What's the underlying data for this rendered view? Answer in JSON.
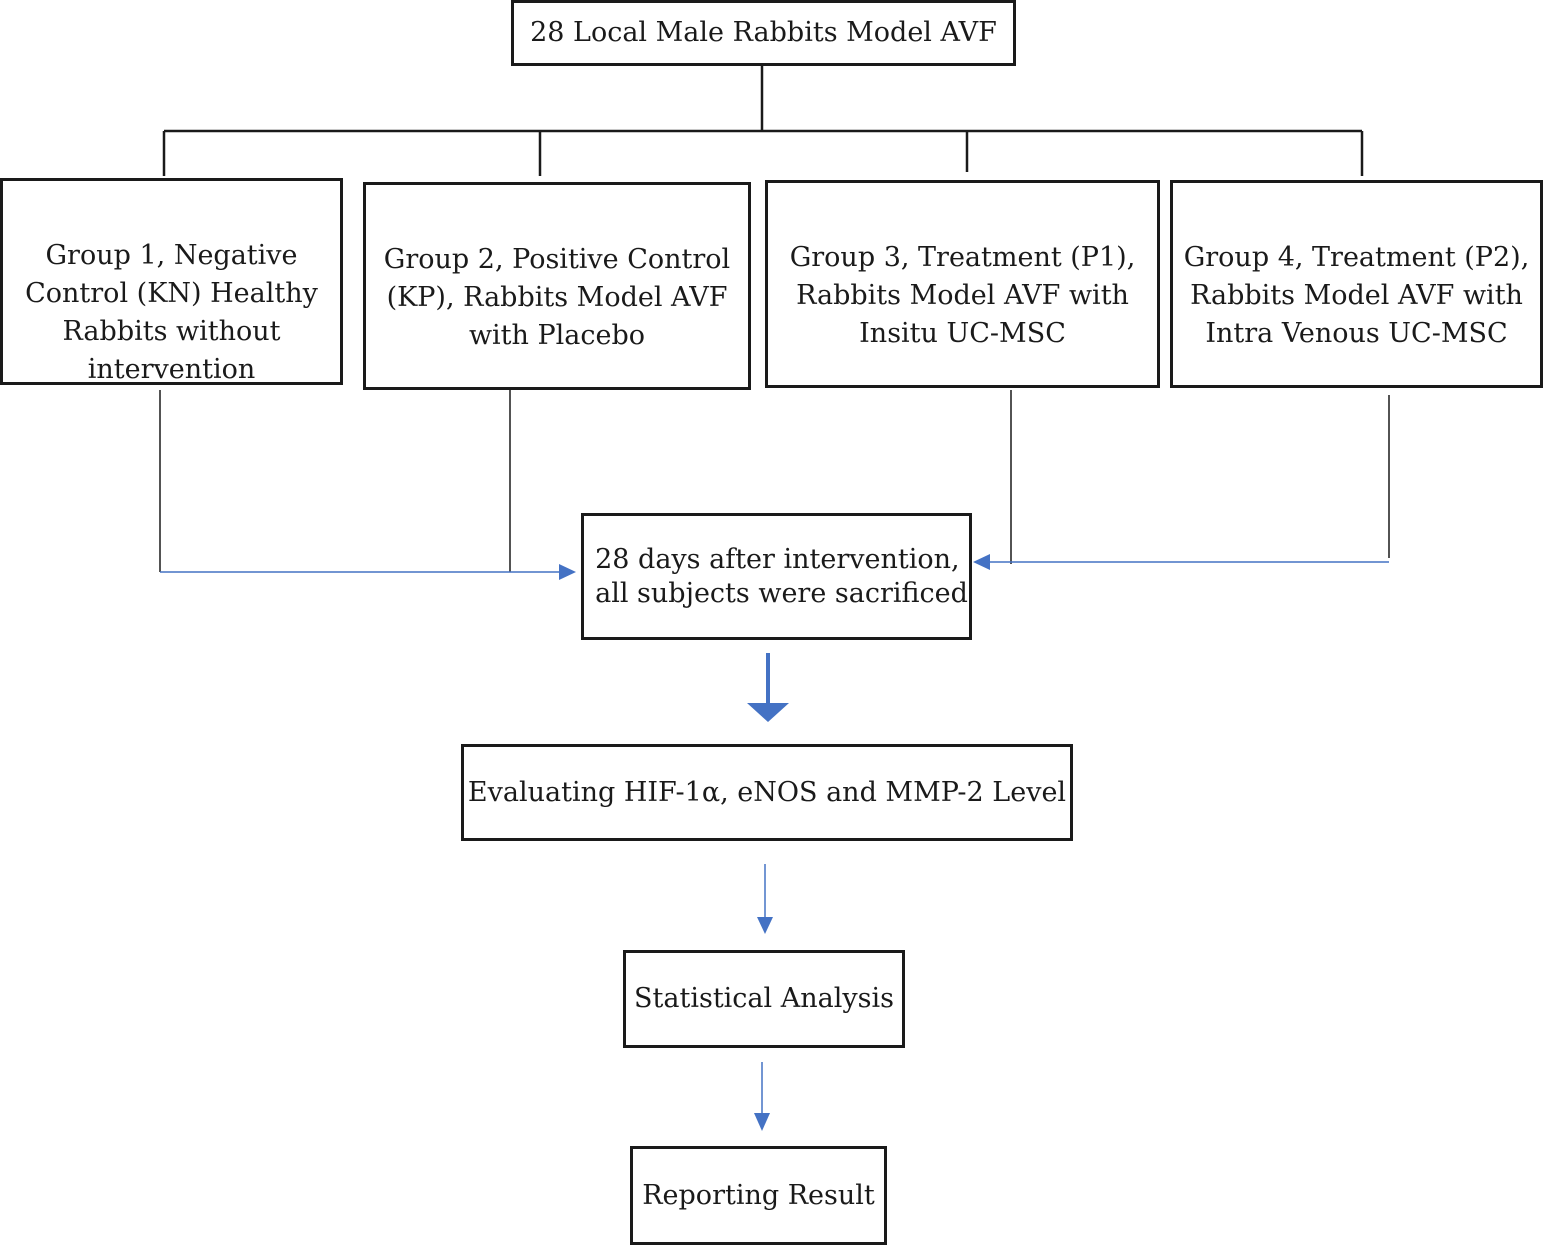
{
  "flowchart": {
    "root": "28 Local Male Rabbits Model AVF",
    "groups": [
      "Group 1, Negative\nControl (KN) Healthy\nRabbits without\nintervention",
      "Group 2, Positive Control\n(KP), Rabbits Model AVF\nwith Placebo",
      "Group 3, Treatment (P1),\nRabbits Model AVF with\nInsitu UC-MSC",
      "Group 4, Treatment (P2),\nRabbits Model AVF with\nIntra Venous UC-MSC"
    ],
    "sacrifice": "28 days after intervention,\nall subjects were sacrificed",
    "evaluate": "Evaluating HIF-1α, eNOS and MMP-2 Level",
    "analysis": "Statistical Analysis",
    "report": "Reporting Result"
  },
  "colors": {
    "box_border": "#1a1a1a",
    "tree_line": "#1a1a1a",
    "arrow": "#4472c4"
  }
}
